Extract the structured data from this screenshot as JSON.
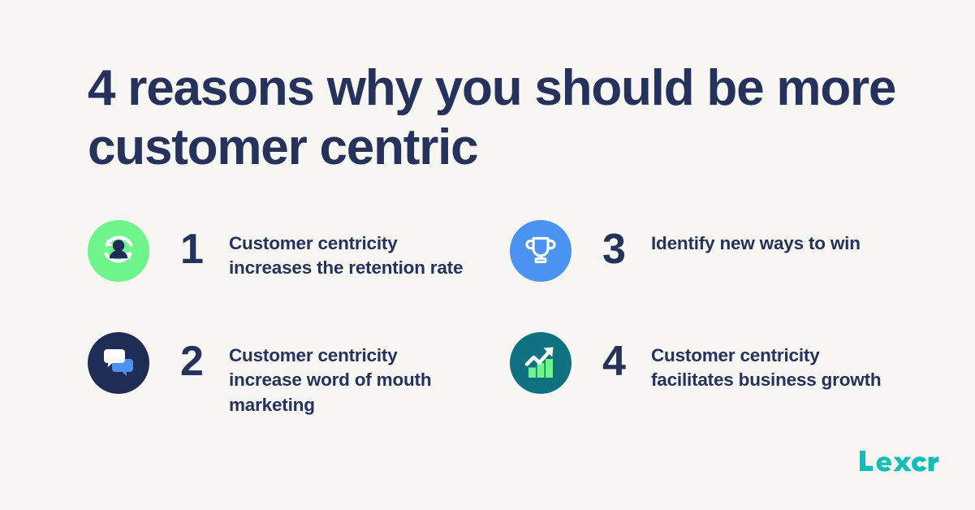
{
  "colors": {
    "background": "#f7f6f3",
    "navy": "#25325c",
    "badge_green": "#6df58c",
    "badge_navy": "#1e2c56",
    "badge_blue": "#4a93f0",
    "badge_teal": "#107180",
    "bubble_blue": "#4a93f0",
    "bar_green": "#6df58c",
    "logo_teal": "#0dbfb4",
    "white": "#ffffff"
  },
  "title": "4 reasons why you should be more customer centric",
  "reasons": [
    {
      "number": "1",
      "text": "Customer centricity increases the retention rate",
      "icon": "retention-person-icon",
      "badge_color": "#6df58c"
    },
    {
      "number": "2",
      "text": "Customer centricity increase word of mouth marketing",
      "icon": "speech-bubbles-icon",
      "badge_color": "#1e2c56"
    },
    {
      "number": "3",
      "text": "Identify new ways to win",
      "icon": "trophy-icon",
      "badge_color": "#4a93f0"
    },
    {
      "number": "4",
      "text": "Customer centricity facilitates business growth",
      "icon": "growth-chart-icon",
      "badge_color": "#107180"
    }
  ],
  "logo": {
    "text": "Lexer"
  }
}
